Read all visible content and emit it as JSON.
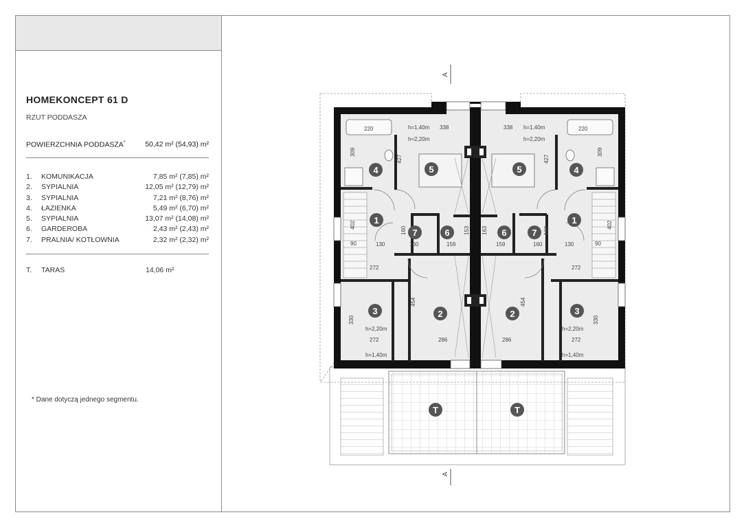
{
  "title": "HOMEKONCEPT 61 D",
  "subtitle": "RZUT PODDASZA",
  "area": {
    "label": "POWIERZCHNIA PODDASZA",
    "marker": "*",
    "value": "50,42 m² (54,93) m²"
  },
  "rooms": [
    {
      "num": "1.",
      "name": "KOMUNIKACJA",
      "value": "7,85 m²  (7,85) m²"
    },
    {
      "num": "2.",
      "name": "SYPIALNIA",
      "value": "12,05 m² (12,79) m²"
    },
    {
      "num": "3.",
      "name": "SYPIALNIA",
      "value": "7,21 m²  (8,76) m²"
    },
    {
      "num": "4.",
      "name": "ŁAZIENKA",
      "value": "5,49 m²  (6,70) m²"
    },
    {
      "num": "5.",
      "name": "SYPIALNIA",
      "value": "13,07 m² (14,08) m²"
    },
    {
      "num": "6.",
      "name": "GARDEROBA",
      "value": "2,43 m²  (2,43) m²"
    },
    {
      "num": "7.",
      "name": "PRALNIA/ KOTŁOWNIA",
      "value": "2,32 m²  (2,32) m²"
    }
  ],
  "terrace": {
    "num": "T.",
    "name": "TARAS",
    "value": "14,06 m²"
  },
  "note": "*  Dane dotyczą jednego segmentu.",
  "plan": {
    "section_mark": "A",
    "room_badges": [
      "1",
      "2",
      "3",
      "4",
      "5",
      "6",
      "7",
      "T"
    ],
    "dims": {
      "h140": "h=1,40m",
      "h220": "h=2,20m",
      "d220": "220",
      "d338": "338",
      "d309": "309",
      "d427": "427",
      "d402": "402",
      "d90": "90",
      "d130": "130",
      "d160": "160",
      "d159": "159",
      "d153": "153",
      "d163": "163",
      "d272": "272",
      "d454": "454",
      "d330": "330",
      "d286": "286"
    }
  }
}
